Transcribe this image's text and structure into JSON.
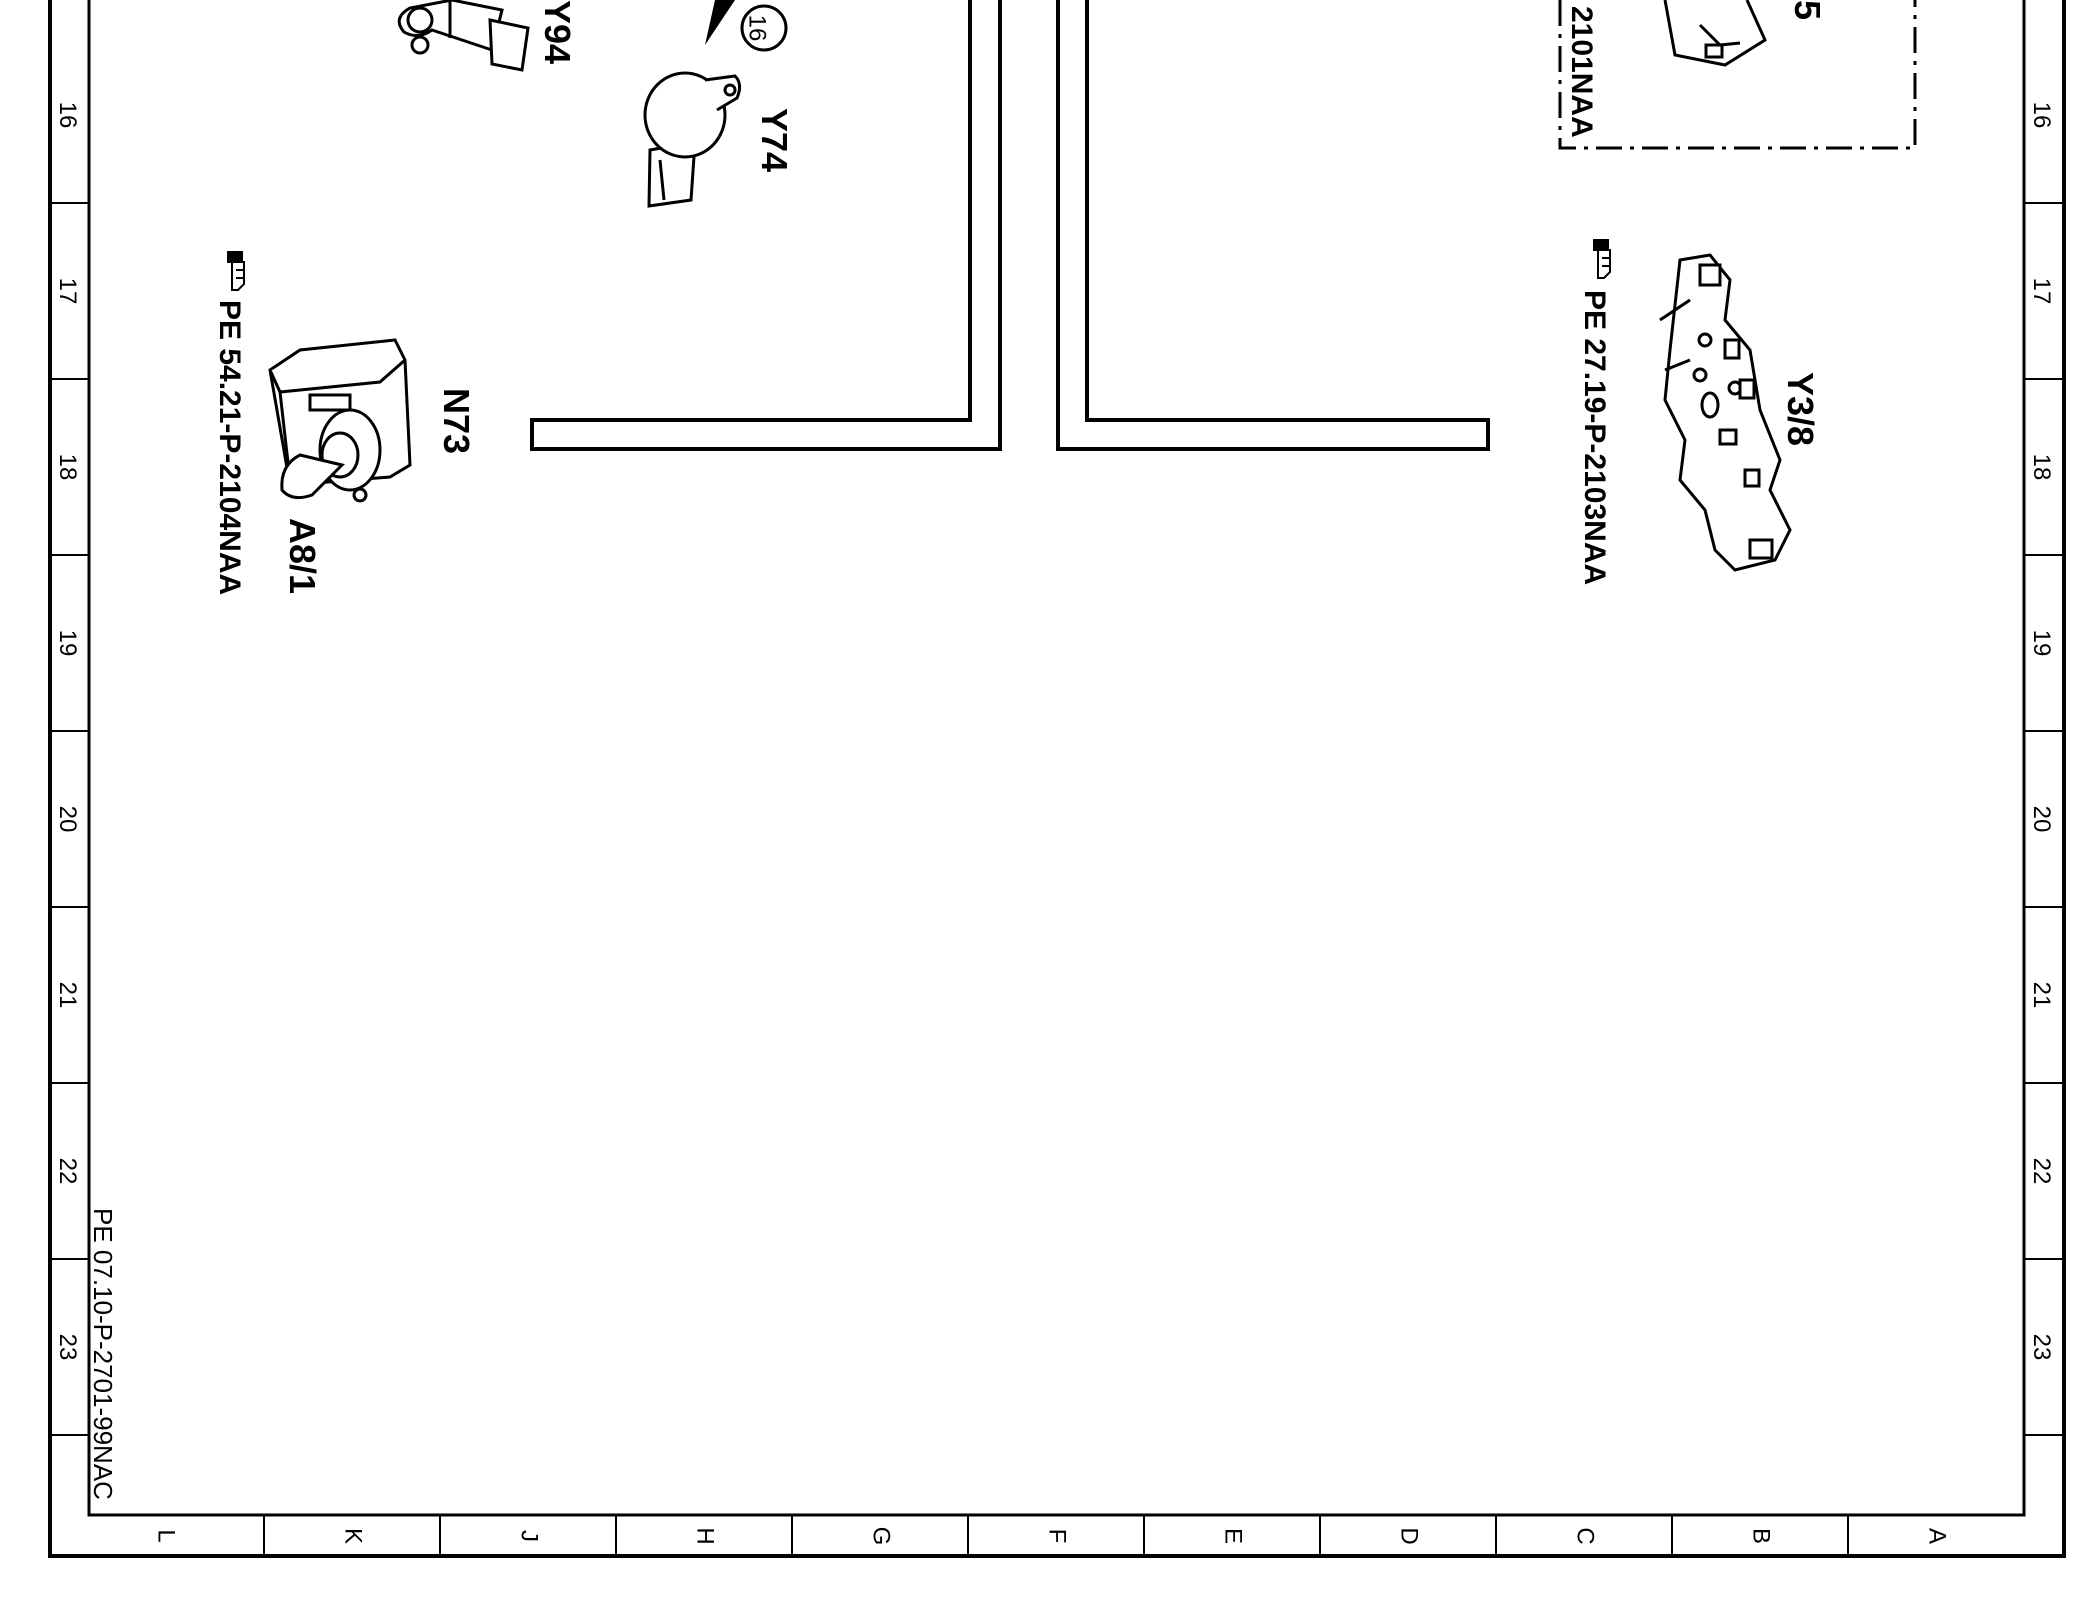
{
  "drawing": {
    "row_numbers": [
      "16",
      "17",
      "18",
      "19",
      "20",
      "21",
      "22",
      "23"
    ],
    "column_letters": [
      "L",
      "K",
      "J",
      "H",
      "G",
      "F",
      "E",
      "D",
      "C",
      "B",
      "A"
    ],
    "document_id": "PE 07.10-P-2701-99NAC",
    "marker_number": "16",
    "components": {
      "y94": "Y94",
      "y74": "Y74",
      "n73": "N73",
      "a8_1": "A8/1",
      "y3_8": "Y3/8",
      "partial_5": "5"
    },
    "references": {
      "n73_ref": "PE 54.21-P-2104NAA",
      "y3_8_ref": "PE 27.19-P-2103NAA",
      "box_ref": "2101NAA"
    }
  }
}
